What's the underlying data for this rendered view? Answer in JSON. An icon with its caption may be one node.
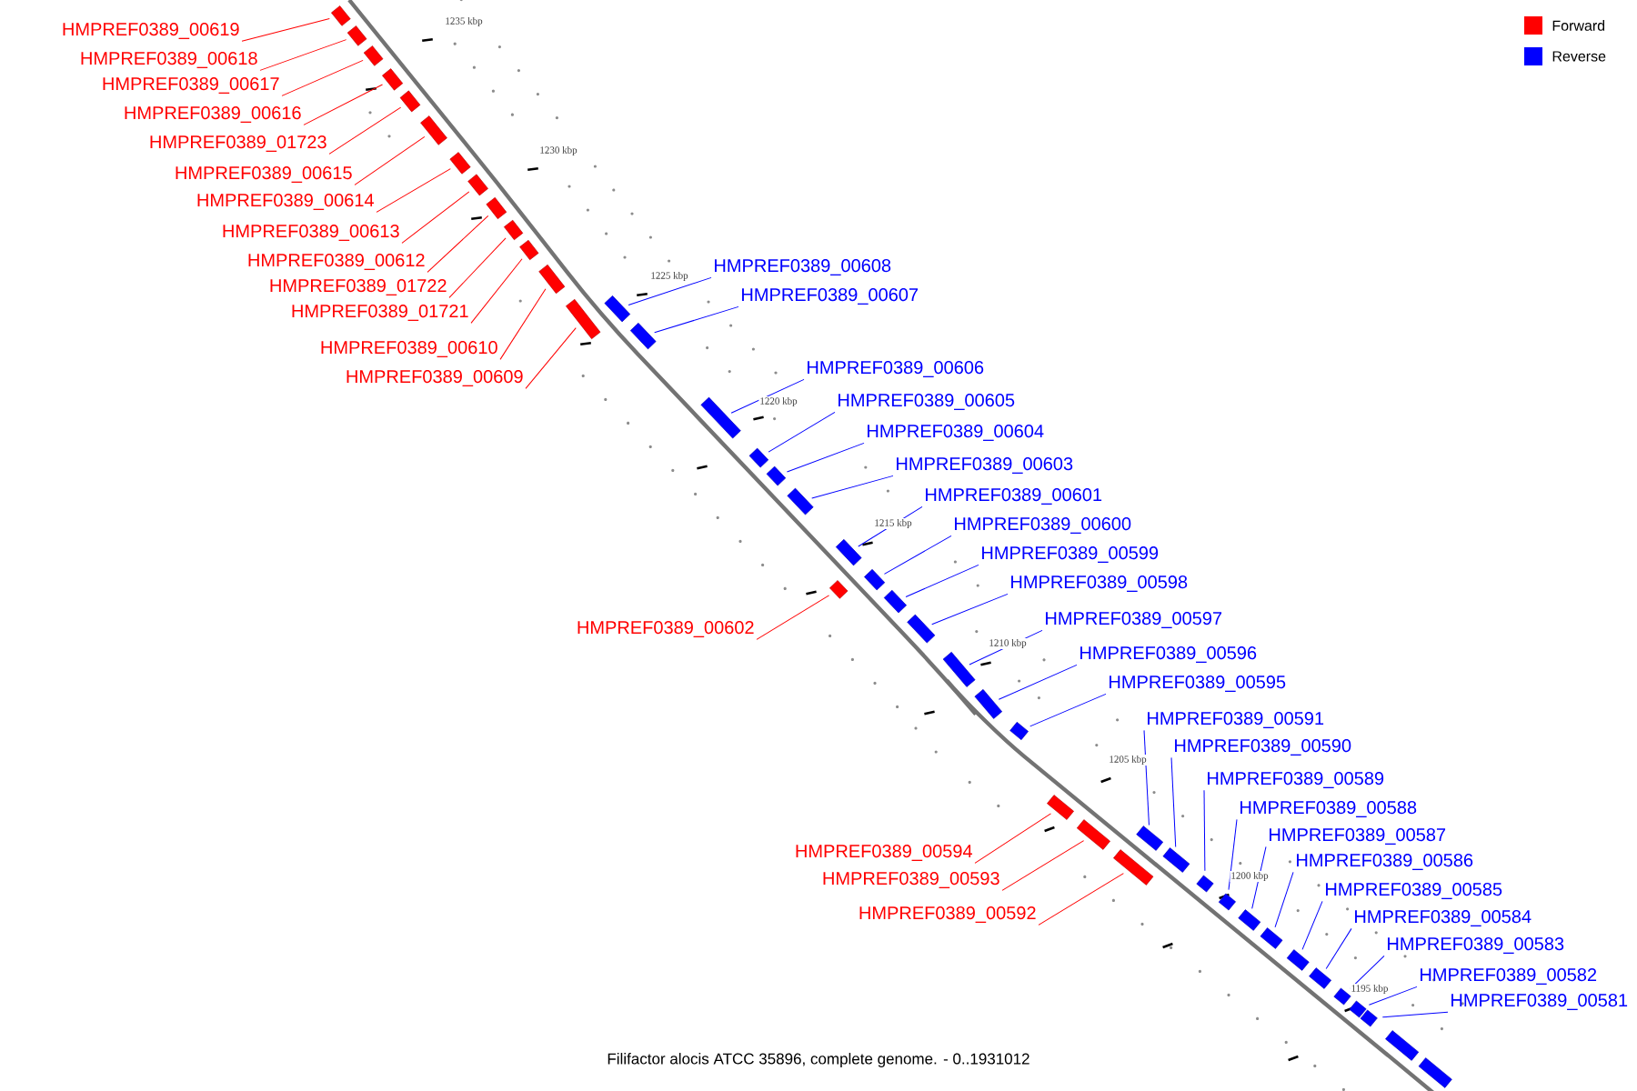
{
  "diagram": {
    "caption": "Filifactor alocis ATCC 35896, complete genome. - 0..1931012",
    "nodes": [
      {
        "text": [
          "HMPREF0389_00619"
        ]
      },
      {
        "text": [],
        "shape": "box"
      },
      {
        "text": [
          "HMPREF0389_00618"
        ]
      },
      {
        "text": [],
        "shape": "box"
      },
      {
        "text": [
          "HMPREF0389_00617"
        ]
      },
      {
        "text": [],
        "shape": "box"
      },
      {
        "text": [
          "HMPREF0389_00616"
        ]
      },
      {
        "text": [],
        "shape": "box"
      },
      {
        "text": [
          "HMPREF0389_01723"
        ]
      },
      {
        "text": [],
        "shape": "box"
      },
      {
        "text": [
          "HMPREF0389_00615"
        ]
      },
      {
        "text": [],
        "shape": "box"
      },
      {
        "text": [
          "HMPREF0389_00614"
        ]
      },
      {
        "text": [],
        "shape": "box"
      },
      {
        "text": [
          "HMPREF0389_00613"
        ]
      },
      {
        "text": [],
        "shape": "box"
      },
      {
        "text": [
          "HMPREF0389_00612"
        ]
      },
      {
        "text": [],
        "shape": "box"
      },
      {
        "text": [
          "HMPREF0389_01722"
        ]
      },
      {
        "text": [],
        "shape": "box"
      },
      {
        "text": [
          "HMPREF0389_01721"
        ]
      },
      {
        "text": [],
        "shape": "box"
      },
      {
        "text": [
          "HMPREF0389_00610"
        ]
      },
      {
        "text": [],
        "shape": "box"
      },
      {
        "text": [
          "HMPREF0389_00609"
        ]
      },
      {
        "text": [],
        "shape": "box"
      },
      {
        "text": [
          "HMPREF0389_00608"
        ]
      },
      {
        "text": [],
        "shape": "box"
      },
      {
        "text": [
          "HMPREF0389_00607"
        ]
      },
      {
        "text": [],
        "shape": "box"
      },
      {
        "text": [
          "HMPREF0389_00606"
        ]
      },
      {
        "text": [],
        "shape": "box"
      },
      {
        "text": [
          "HMPREF0389_00605"
        ]
      },
      {
        "text": [],
        "shape": "box"
      },
      {
        "text": [
          "HMPREF0389_00604"
        ]
      },
      {
        "text": [],
        "shape": "box"
      },
      {
        "text": [
          "HMPREF0389_00603"
        ]
      },
      {
        "text": [],
        "shape": "box"
      },
      {
        "text": [
          "HMPREF0389_00601"
        ]
      },
      {
        "text": [],
        "shape": "box"
      },
      {
        "text": [
          "HMPREF0389_00602"
        ]
      },
      {
        "text": [],
        "shape": "box"
      },
      {
        "text": [
          "HMPREF0389_00600"
        ]
      },
      {
        "text": [],
        "shape": "box"
      },
      {
        "text": [
          "HMPREF0389_00599"
        ]
      },
      {
        "text": [],
        "shape": "box"
      },
      {
        "text": [
          "HMPREF0389_00598"
        ]
      },
      {
        "text": [],
        "shape": "box"
      },
      {
        "text": [
          "HMPREF0389_00597"
        ]
      },
      {
        "text": [],
        "shape": "box"
      },
      {
        "text": [
          "HMPREF0389_00596"
        ]
      },
      {
        "text": [],
        "shape": "box"
      },
      {
        "text": [
          "HMPREF0389_00595"
        ]
      },
      {
        "text": [],
        "shape": "box"
      },
      {
        "text": [
          "HMPREF0389_00594"
        ]
      },
      {
        "text": [],
        "shape": "box"
      },
      {
        "text": [
          "HMPREF0389_00593"
        ]
      },
      {
        "text": [],
        "shape": "box"
      },
      {
        "text": [
          "HMPREF0389_00592"
        ]
      },
      {
        "text": [],
        "shape": "box"
      },
      {
        "text": [
          "HMPREF0389_00591"
        ]
      },
      {
        "text": [],
        "shape": "box"
      },
      {
        "text": [
          "HMPREF0389_00590"
        ]
      },
      {
        "text": [],
        "shape": "box"
      },
      {
        "text": [
          "HMPREF0389_00589"
        ]
      },
      {
        "text": [],
        "shape": "box"
      },
      {
        "text": [
          "HMPREF0389_00588"
        ]
      },
      {
        "text": [],
        "shape": "box"
      },
      {
        "text": [
          "HMPREF0389_00587"
        ]
      },
      {
        "text": [],
        "shape": "box"
      },
      {
        "text": [
          "HMPREF0389_00586"
        ]
      },
      {
        "text": [],
        "shape": "box"
      },
      {
        "text": [
          "HMPREF0389_00585"
        ]
      },
      {
        "text": [],
        "shape": "box"
      },
      {
        "text": [
          "HMPREF0389_00584"
        ]
      },
      {
        "text": [],
        "shape": "box"
      },
      {
        "text": [
          "HMPREF0389_00583"
        ]
      },
      {
        "text": [],
        "shape": "box"
      },
      {
        "text": [
          "HMPREF0389_00582"
        ]
      },
      {
        "text": [],
        "shape": "box"
      },
      {
        "text": [
          "HMPREF0389_00581"
        ]
      },
      {
        "text": [],
        "shape": "box"
      },
      {
        "text": [],
        "shape": "box"
      },
      {
        "text": [],
        "shape": "box"
      }
    ],
    "edges": [
      {
        "from": 0,
        "to": 1,
        "arrow": "none",
        "color": "#ff0000"
      },
      {
        "from": 2,
        "to": 3,
        "arrow": "none",
        "color": "#ff0000"
      },
      {
        "from": 4,
        "to": 5,
        "arrow": "none",
        "color": "#ff0000"
      },
      {
        "from": 6,
        "to": 7,
        "arrow": "none",
        "color": "#ff0000"
      },
      {
        "from": 8,
        "to": 9,
        "arrow": "none",
        "color": "#ff0000"
      },
      {
        "from": 10,
        "to": 11,
        "arrow": "none",
        "color": "#ff0000"
      },
      {
        "from": 12,
        "to": 13,
        "arrow": "none",
        "color": "#ff0000"
      },
      {
        "from": 14,
        "to": 15,
        "arrow": "none",
        "color": "#ff0000"
      },
      {
        "from": 16,
        "to": 17,
        "arrow": "none",
        "color": "#ff0000"
      },
      {
        "from": 18,
        "to": 19,
        "arrow": "none",
        "color": "#ff0000"
      },
      {
        "from": 20,
        "to": 21,
        "arrow": "none",
        "color": "#ff0000"
      },
      {
        "from": 22,
        "to": 23,
        "arrow": "none",
        "color": "#ff0000"
      },
      {
        "from": 24,
        "to": 25,
        "arrow": "none",
        "color": "#ff0000"
      },
      {
        "from": 26,
        "to": 27,
        "arrow": "none"
      },
      {
        "from": 28,
        "to": 29,
        "arrow": "none"
      },
      {
        "from": 30,
        "to": 31,
        "arrow": "none"
      },
      {
        "from": 32,
        "to": 33,
        "arrow": "none"
      },
      {
        "from": 34,
        "to": 35,
        "arrow": "none"
      },
      {
        "from": 36,
        "to": 37,
        "arrow": "none"
      },
      {
        "from": 38,
        "to": 39,
        "arrow": "none"
      },
      {
        "from": 40,
        "to": 41,
        "arrow": "none",
        "color": "#ff0000"
      },
      {
        "from": 42,
        "to": 43,
        "arrow": "none"
      },
      {
        "from": 44,
        "to": 45,
        "arrow": "none"
      },
      {
        "from": 46,
        "to": 47,
        "arrow": "none"
      },
      {
        "from": 48,
        "to": 49,
        "arrow": "none"
      },
      {
        "from": 50,
        "to": 51,
        "arrow": "none"
      },
      {
        "from": 52,
        "to": 53,
        "arrow": "none"
      },
      {
        "from": 54,
        "to": 55,
        "arrow": "none",
        "color": "#ff0000"
      },
      {
        "from": 56,
        "to": 57,
        "arrow": "none",
        "color": "#ff0000"
      },
      {
        "from": 58,
        "to": 59,
        "arrow": "none",
        "color": "#ff0000"
      },
      {
        "from": 60,
        "to": 61,
        "arrow": "none"
      },
      {
        "from": 62,
        "to": 63,
        "arrow": "none"
      },
      {
        "from": 64,
        "to": 65,
        "arrow": "none"
      },
      {
        "from": 66,
        "to": 67,
        "arrow": "none"
      },
      {
        "from": 68,
        "to": 69,
        "arrow": "none"
      },
      {
        "from": 70,
        "to": 71,
        "arrow": "none"
      },
      {
        "from": 72,
        "to": 73,
        "arrow": "none"
      },
      {
        "from": 74,
        "to": 75,
        "arrow": "none"
      },
      {
        "from": 76,
        "to": 77,
        "arrow": "none"
      },
      {
        "from": 78,
        "to": 79,
        "arrow": "none"
      },
      {
        "from": 80,
        "to": 81,
        "arrow": "none"
      }
    ],
    "labels": [
      "1235 kbp",
      "1230 kbp",
      "1225 kbp",
      "1220 kbp",
      "1215 kbp",
      "1210 kbp",
      "1205 kbp",
      "1200 kbp",
      "1195 kbp"
    ],
    "legend": [
      {
        "text": "Forward",
        "color": "#ff0000"
      },
      {
        "text": "Reverse",
        "color": "#0000ff"
      }
    ]
  }
}
